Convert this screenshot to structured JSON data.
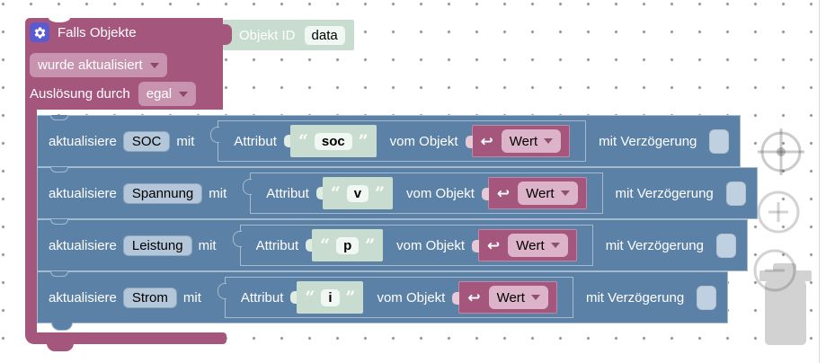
{
  "workspace": {
    "dot_color": "#8f8f8f",
    "background": "#ffffff"
  },
  "colors": {
    "block_pink": "#a5567d",
    "pink_field": "#c793ae",
    "block_blue": "#5c81a6",
    "blue_field": "#b4c7da",
    "block_green": "#c9dcd0",
    "green_field": "#f1f8f3",
    "wert_field": "#dcb3c8",
    "gear_badge": "#5a5ad1",
    "trashcan": "#d2d2d2"
  },
  "trigger_block": {
    "title": "Falls Objekte",
    "object_id_label": "Objekt ID",
    "object_id_value": "data",
    "update_dropdown": "wurde aktualisiert",
    "edge_label": "Auslösung durch",
    "edge_dropdown": "egal"
  },
  "statement_labels": {
    "action": "aktualisiere",
    "with": "mit",
    "attribute": "Attribut",
    "quote_open": "“",
    "quote_close": "”",
    "from_object": "vom Objekt",
    "value_arrow": "↩",
    "value_dropdown": "Wert",
    "delay": "mit Verzögerung"
  },
  "statements": [
    {
      "target": "SOC",
      "attribute": "soc",
      "delay_checked": false
    },
    {
      "target": "Spannung",
      "attribute": "v",
      "delay_checked": false
    },
    {
      "target": "Leistung",
      "attribute": "p",
      "delay_checked": false
    },
    {
      "target": "Strom",
      "attribute": "i",
      "delay_checked": false
    }
  ]
}
